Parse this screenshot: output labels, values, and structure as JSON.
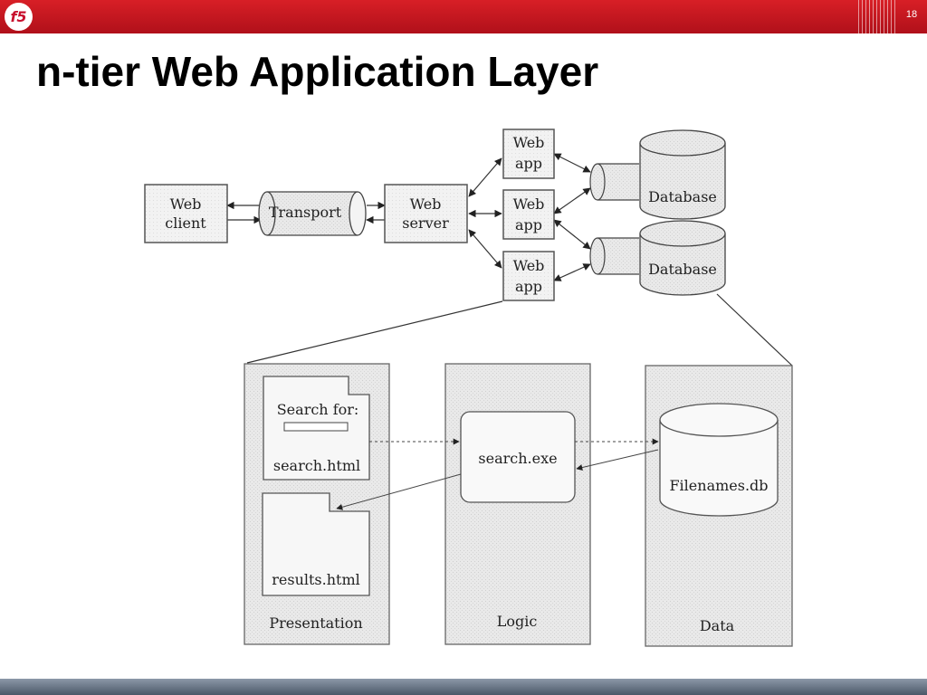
{
  "slide": {
    "logo_text": "f5",
    "number": "18",
    "title": "n-tier Web Application Layer"
  },
  "diagram": {
    "web_client": [
      "Web",
      "client"
    ],
    "transport": "Transport",
    "web_server": [
      "Web",
      "server"
    ],
    "web_apps": [
      [
        "Web",
        "app"
      ],
      [
        "Web",
        "app"
      ],
      [
        "Web",
        "app"
      ]
    ],
    "databases": [
      "Database",
      "Database"
    ],
    "tiers": {
      "presentation": "Presentation",
      "logic": "Logic",
      "data": "Data"
    },
    "search_label": "Search for:",
    "search_page": "search.html",
    "results_page": "results.html",
    "logic_program": "search.exe",
    "data_store": "Filenames.db"
  }
}
